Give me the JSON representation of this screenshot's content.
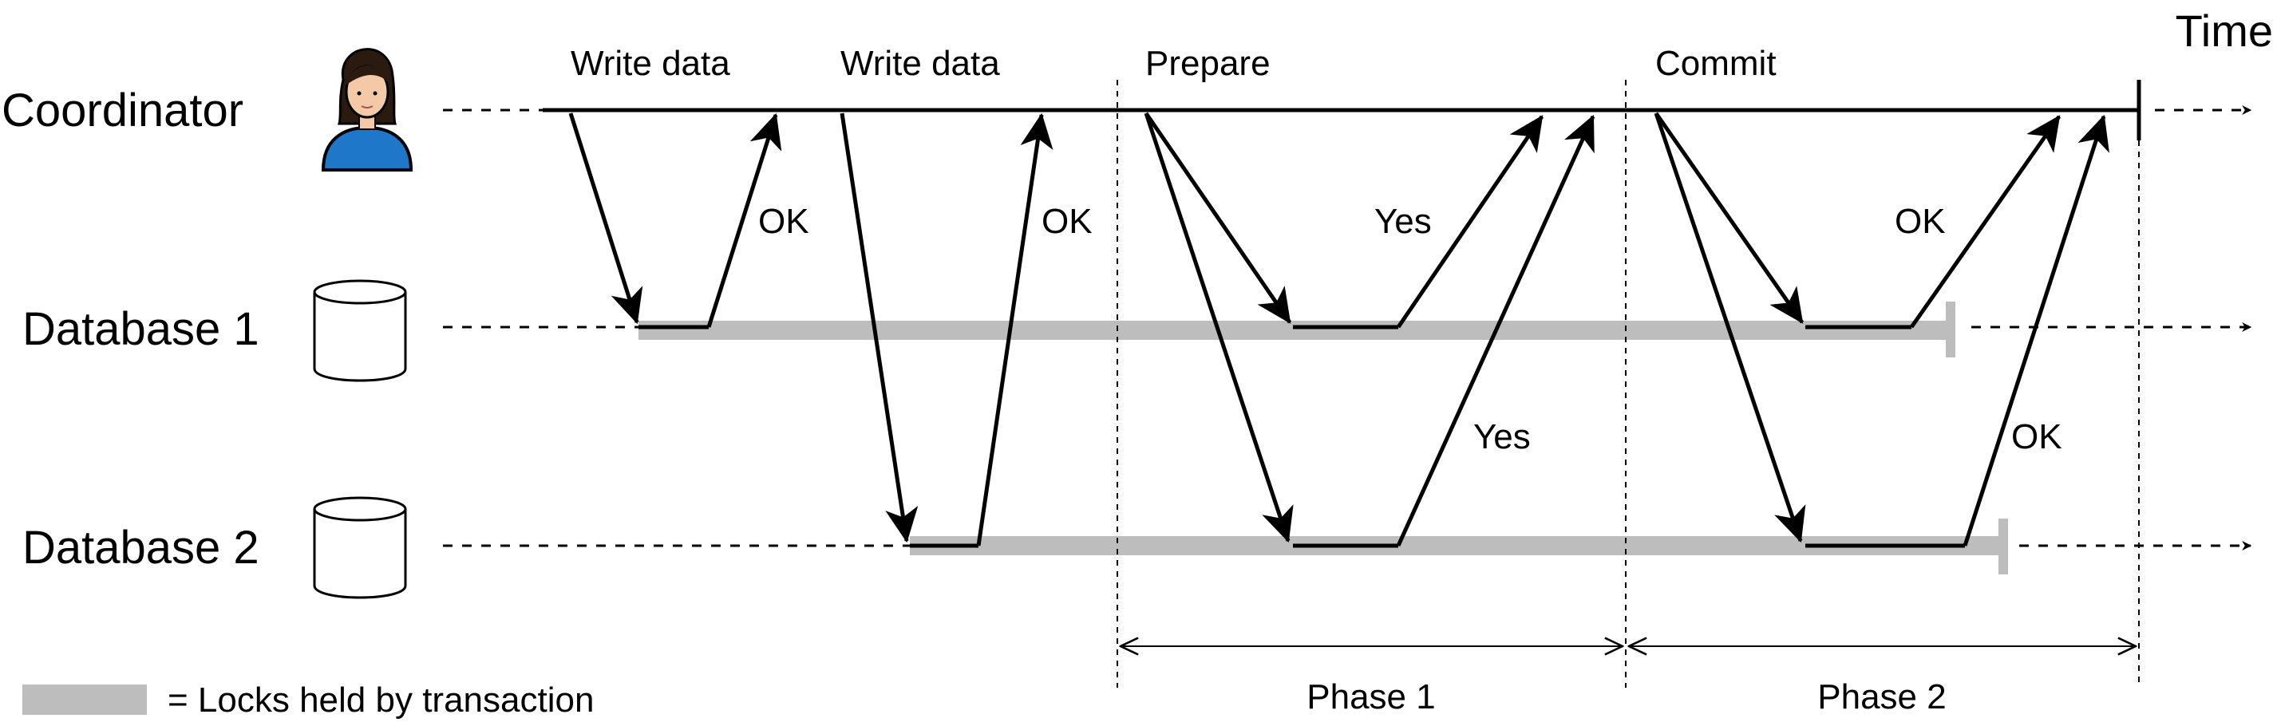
{
  "title_axis": "Time",
  "participants": {
    "coordinator": "Coordinator",
    "db1": "Database 1",
    "db2": "Database 2"
  },
  "step_labels": {
    "write1": "Write data",
    "write2": "Write data",
    "prepare": "Prepare",
    "commit": "Commit"
  },
  "responses": {
    "ok_write1": "OK",
    "ok_write2": "OK",
    "yes_db1": "Yes",
    "yes_db2": "Yes",
    "ok_commit_db1": "OK",
    "ok_commit_db2": "OK"
  },
  "phases": {
    "phase1": "Phase 1",
    "phase2": "Phase 2"
  },
  "legend": {
    "text": "= Locks held by transaction",
    "color": "#bdbdbd"
  },
  "icons": {
    "coordinator": "person-icon",
    "database": "cylinder-icon"
  }
}
